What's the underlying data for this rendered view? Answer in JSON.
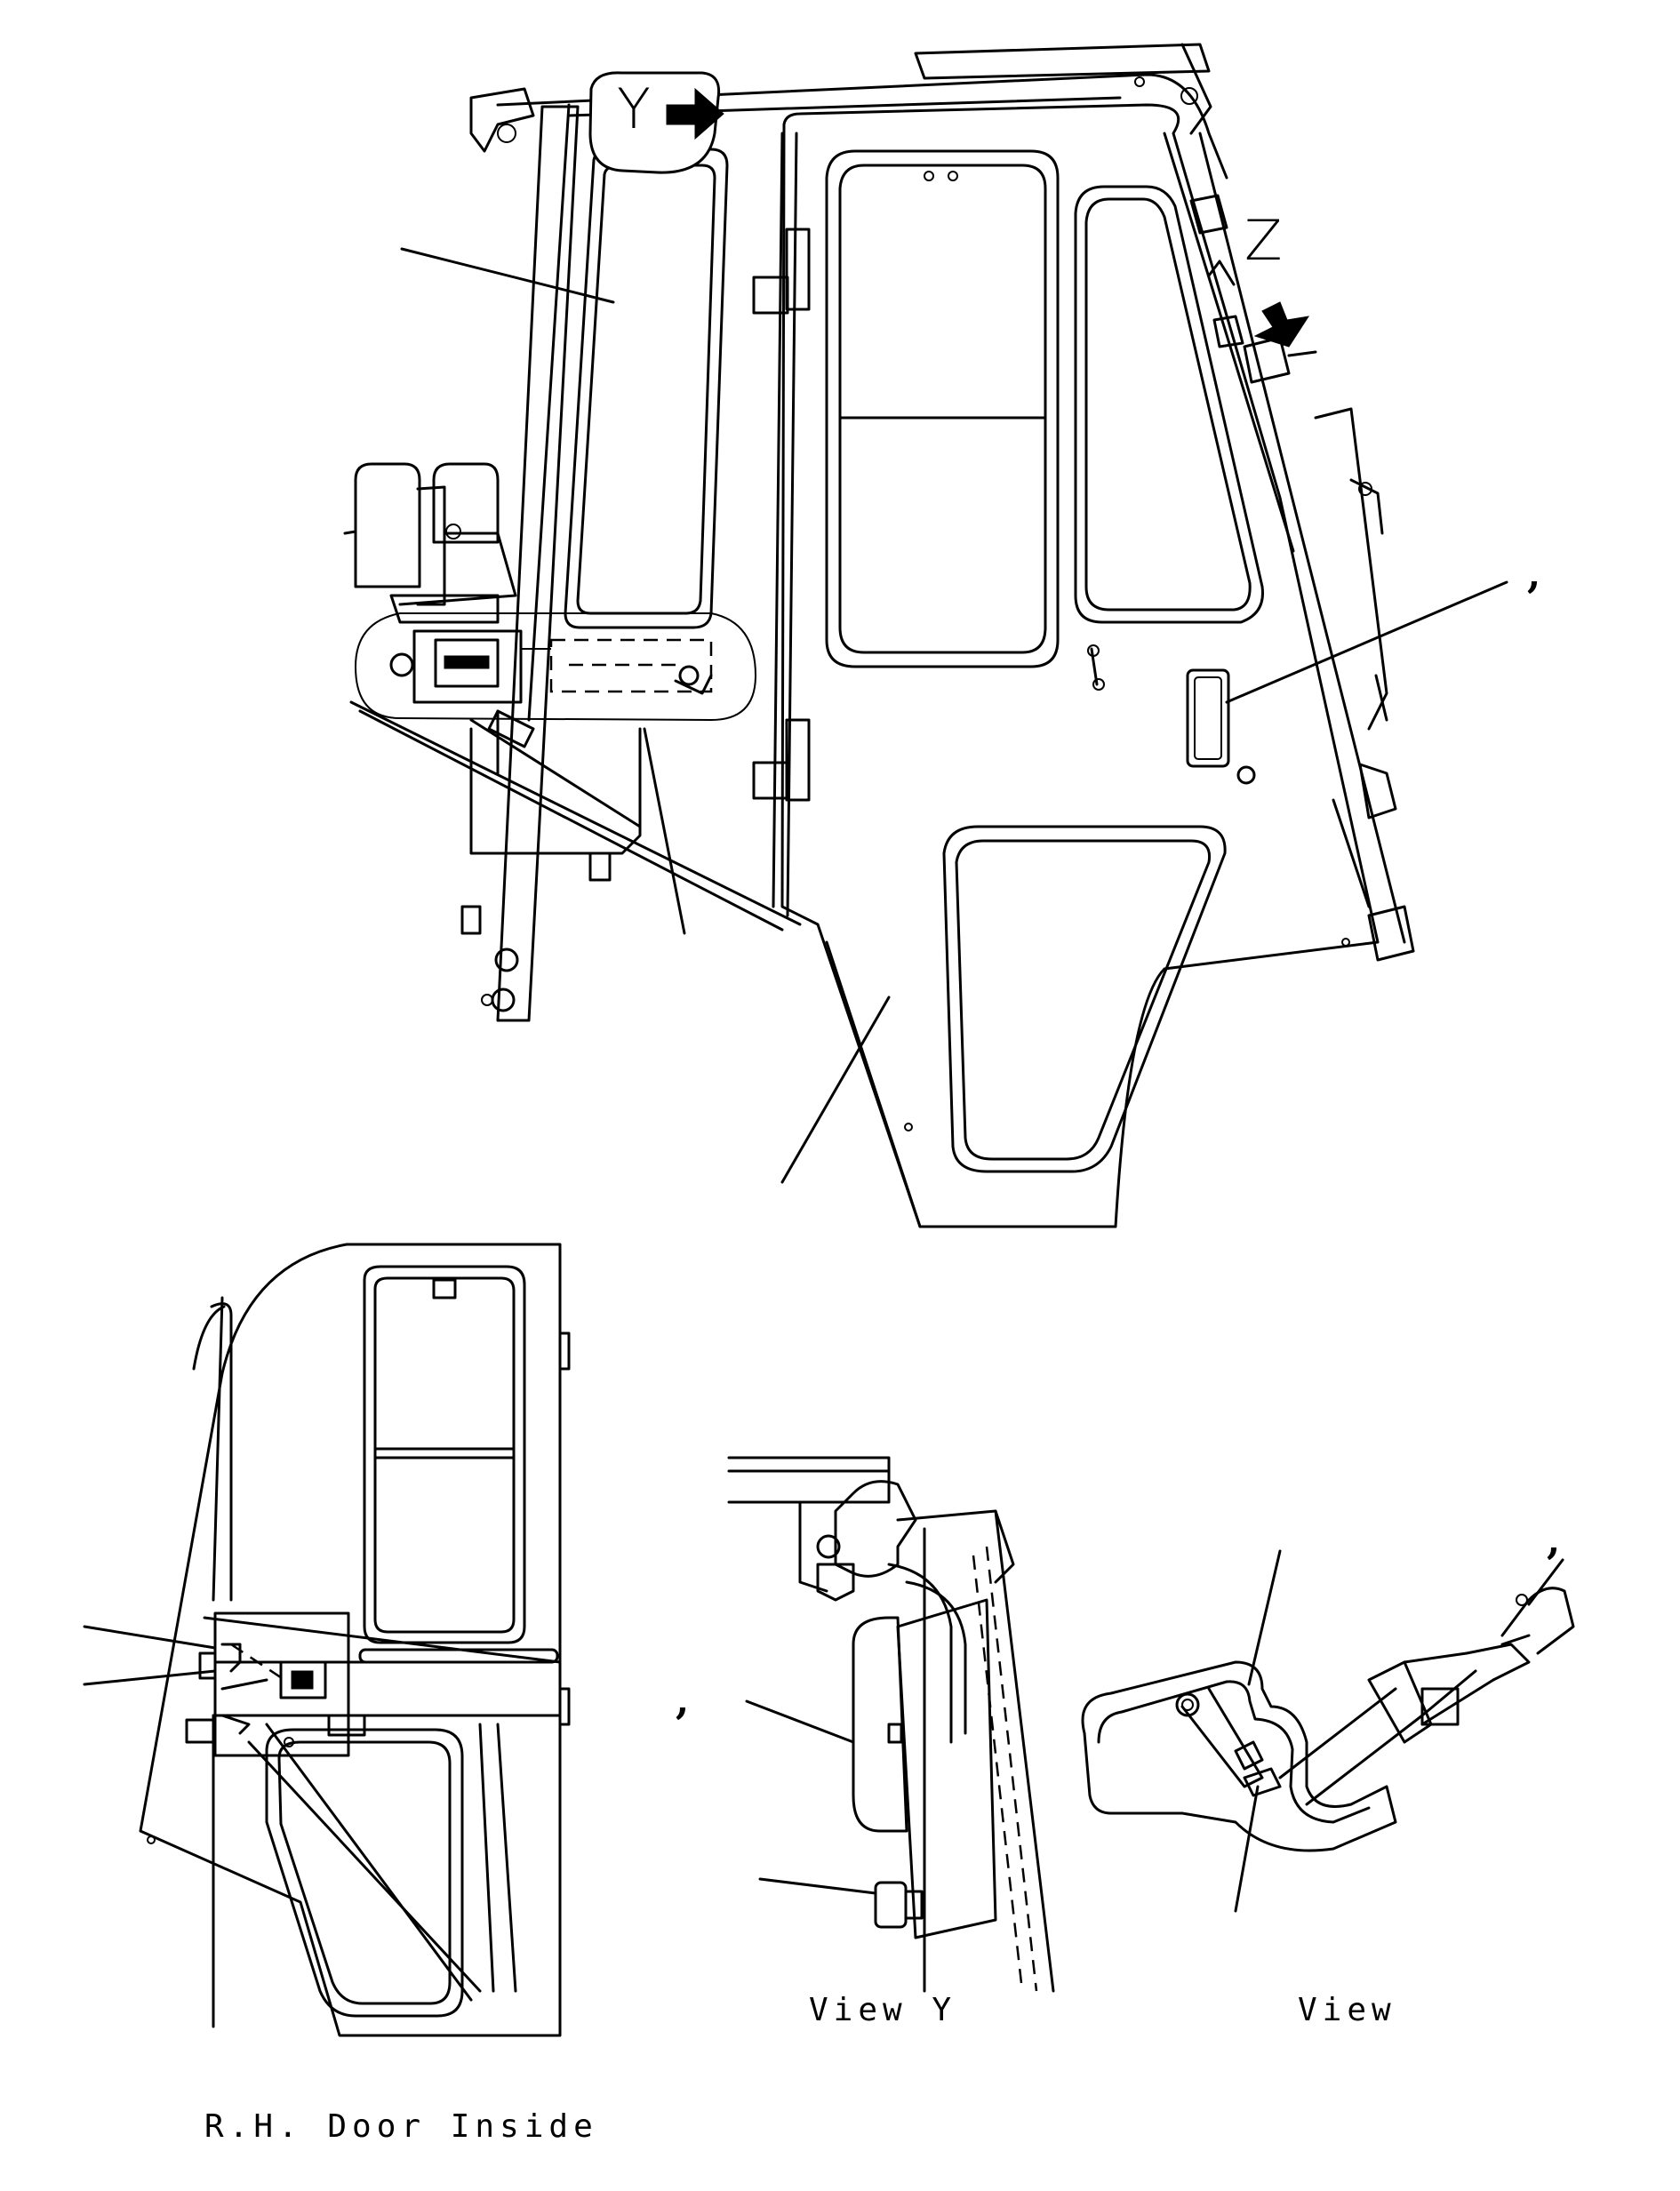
{
  "markers": {
    "view_y": "Y",
    "view_z": "Z"
  },
  "captions": {
    "rh_door_inside": "R.H. Door Inside",
    "view_y": "View Y",
    "view": "View"
  },
  "ticks": [
    ",",
    ",",
    ","
  ]
}
